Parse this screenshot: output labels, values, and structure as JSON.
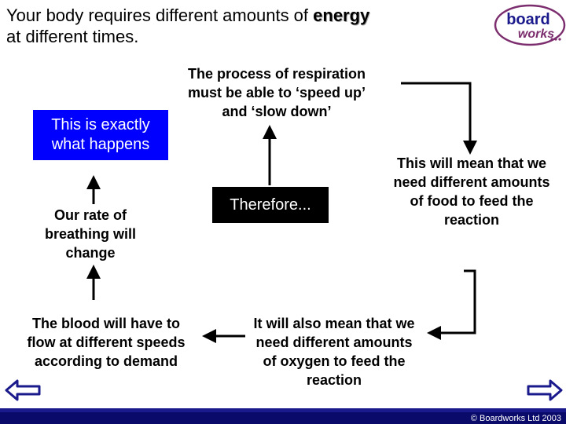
{
  "title": {
    "line1_before": "Your body requires different amounts of ",
    "line1_emphasis": "energy",
    "line2": "at different times."
  },
  "logo": {
    "top": "board",
    "bottom": "works"
  },
  "boxes": {
    "this_happens": "This is exactly what happens",
    "therefore": "Therefore..."
  },
  "steps": {
    "process": "The process of respiration must be able to ‘speed up’ and ‘slow down’",
    "food": "This will mean that we need different amounts of food to feed the reaction",
    "oxygen": "It will also mean that we need different amounts of oxygen to feed the reaction",
    "blood": "The blood will have to flow at different speeds according to demand",
    "breathing": "Our rate of breathing will change"
  },
  "footer": {
    "copyright": "© Boardworks Ltd 2003"
  },
  "nav": {
    "prev_icon": "arrow-left-icon",
    "next_icon": "arrow-right-icon"
  },
  "colors": {
    "accent_blue": "#0000ff",
    "footer": "#1a1a8c",
    "logo_purple": "#7b2d6e"
  }
}
